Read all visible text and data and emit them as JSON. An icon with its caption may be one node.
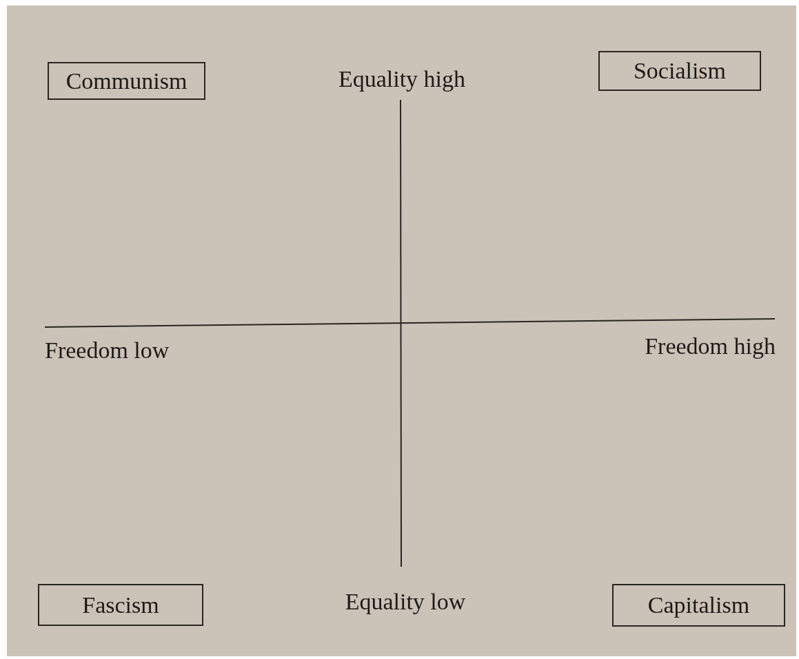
{
  "diagram": {
    "nodes": [
      {
        "text": [
          "Communism"
        ]
      },
      {
        "text": [
          "Socialism"
        ]
      },
      {
        "text": [
          "Fascism"
        ]
      },
      {
        "text": [
          "Capitalism"
        ]
      }
    ],
    "labels": [
      "Equality high",
      "Freedom low",
      "Freedom high",
      "Equality low"
    ]
  }
}
